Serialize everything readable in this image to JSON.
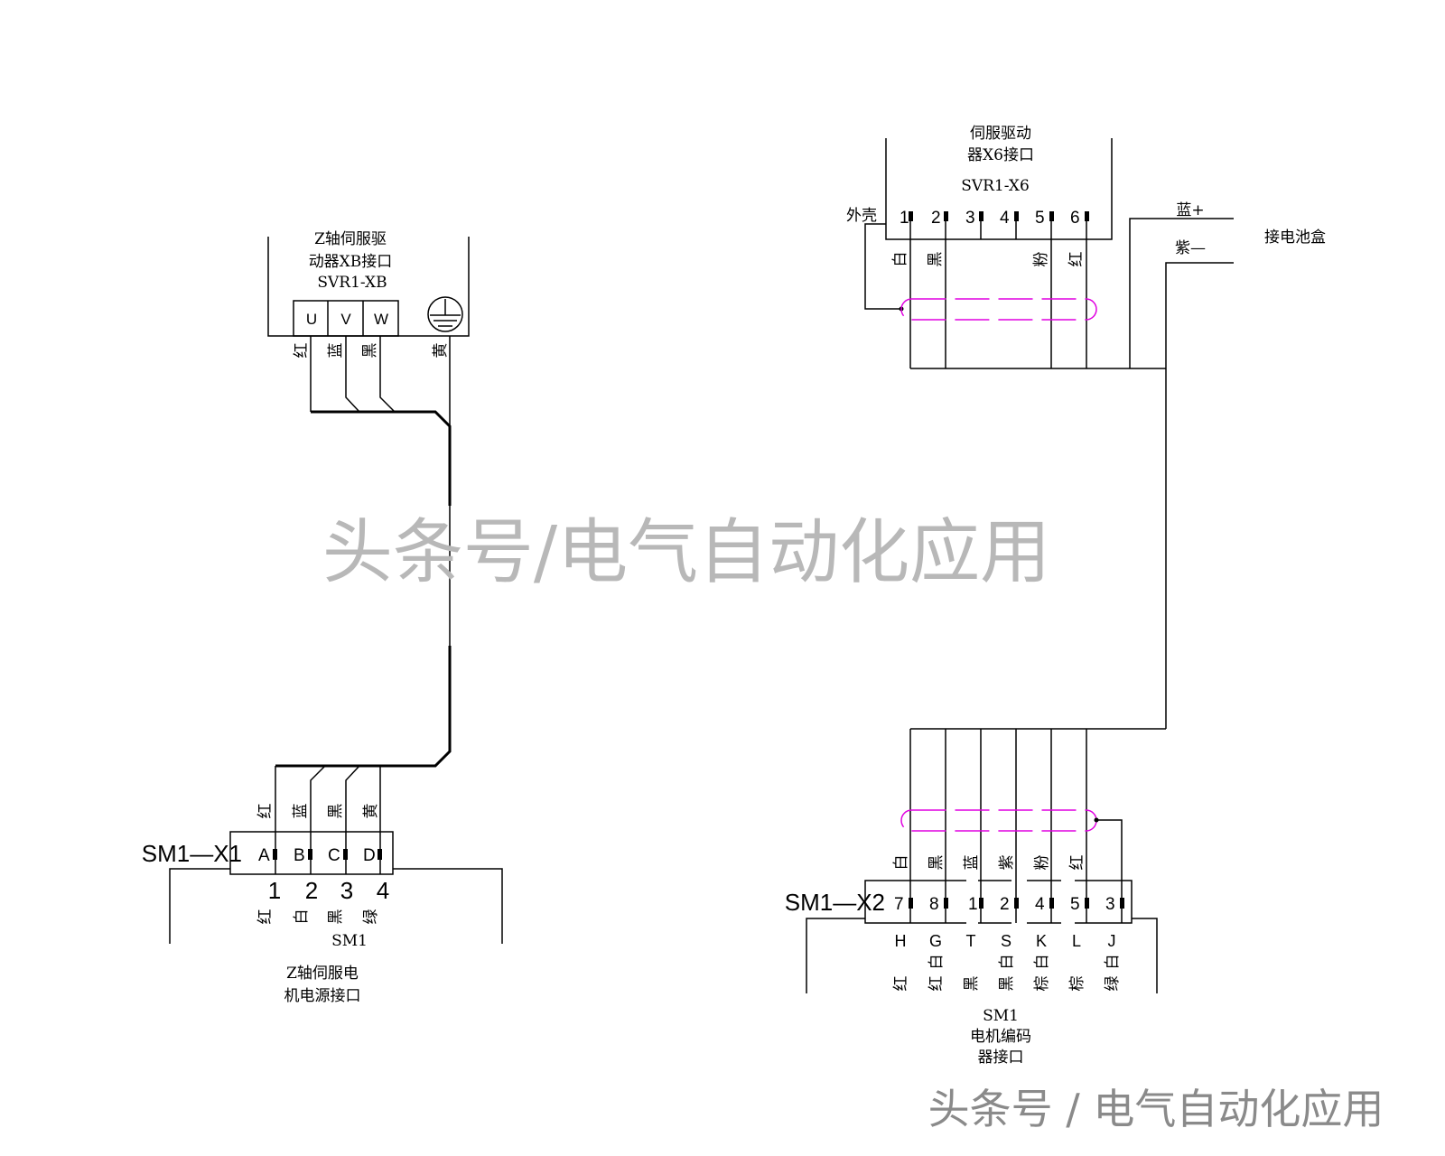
{
  "left_driver": {
    "title1": "Z轴伺服驱",
    "title2": "动器XB接口",
    "id": "SVR1-XB",
    "terminals": [
      "U",
      "V",
      "W"
    ],
    "wire_colors": [
      "红",
      "蓝",
      "黑",
      "黄"
    ]
  },
  "left_motor": {
    "connector": "SM1—X1",
    "pins": [
      "A",
      "B",
      "C",
      "D"
    ],
    "numbers": [
      "1",
      "2",
      "3",
      "4"
    ],
    "top_colors": [
      "红",
      "蓝",
      "黑",
      "黄"
    ],
    "bottom_colors": [
      "红",
      "白",
      "黑",
      "绿"
    ],
    "sm": "SM1",
    "title1": "Z轴伺服电",
    "title2": "机电源接口"
  },
  "right_driver": {
    "title1": "伺服驱动",
    "title2": "器X6接口",
    "id": "SVR1-X6",
    "shell": "外壳",
    "pins": [
      "1",
      "2",
      "3",
      "4",
      "5",
      "6"
    ],
    "wire_colors": [
      "白",
      "黑",
      "粉",
      "红"
    ]
  },
  "battery": {
    "plus": "蓝+",
    "minus": "紫—",
    "label": "接电池盒"
  },
  "encoder": {
    "connector": "SM1—X2",
    "pins": [
      "7",
      "8",
      "1",
      "2",
      "4",
      "5",
      "3"
    ],
    "top_colors": [
      "白",
      "黑",
      "蓝",
      "紫",
      "粉",
      "红"
    ],
    "letters": [
      "H",
      "G",
      "T",
      "S",
      "K",
      "L",
      "J"
    ],
    "colors_row1": [
      "",
      "白",
      "",
      "白",
      "白",
      "",
      "白"
    ],
    "colors_row2": [
      "红",
      "红",
      "黑",
      "黑",
      "棕",
      "棕",
      "绿"
    ],
    "sm": "SM1",
    "title1": "电机编码",
    "title2": "器接口"
  },
  "watermark": {
    "center": "头条号/电气自动化应用",
    "corner": "头条号 / 电气自动化应用"
  },
  "colors": {
    "shield": "#e000e0",
    "watermark": "#b8b8b8"
  }
}
